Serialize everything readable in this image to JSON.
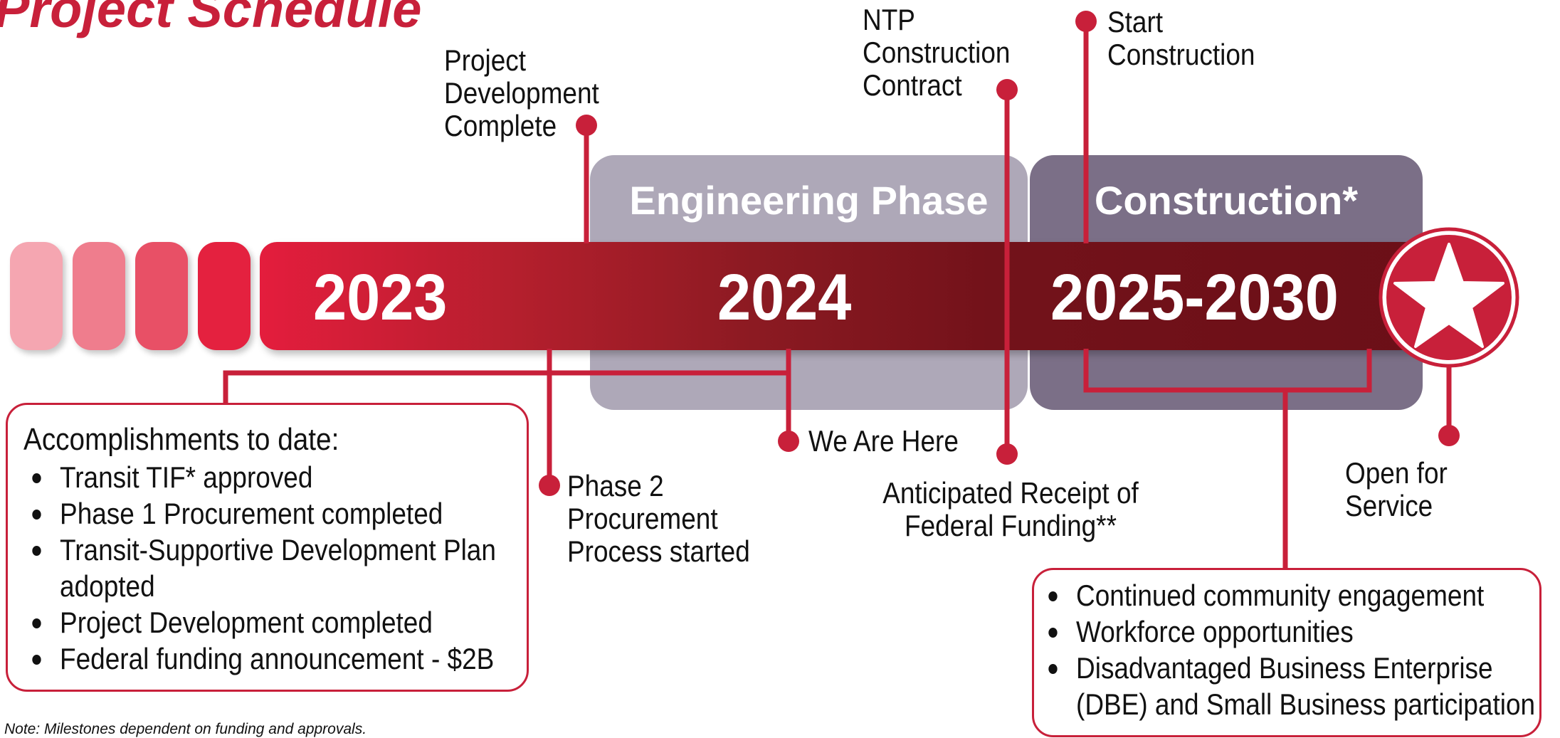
{
  "title": "Project Schedule",
  "phases": {
    "engineering": "Engineering Phase",
    "construction": "Construction*"
  },
  "years": [
    "2023",
    "2024",
    "2025-2030"
  ],
  "milestones": {
    "project_development_complete": "Project\nDevelopment\nComplete",
    "ntp_construction_contract": "NTP\nConstruction\nContract",
    "start_construction": "Start\nConstruction",
    "phase2_procurement": "Phase 2\nProcurement\nProcess started",
    "we_are_here": "We Are Here",
    "federal_funding": "Anticipated Receipt of\nFederal Funding**",
    "open_for_service": "Open for Service"
  },
  "accomplishments": {
    "heading": "Accomplishments to date:",
    "items": [
      "Transit TIF* approved",
      "Phase 1 Procurement completed",
      "Transit-Supportive Development Plan",
      "adopted",
      "Project Development completed",
      "Federal funding announcement - $2B"
    ]
  },
  "construction_notes": {
    "items": [
      "Continued community engagement",
      "Workforce opportunities",
      "Disadvantaged Business Enterprise",
      "(DBE) and Small Business participation"
    ]
  },
  "note": "Note: Milestones dependent on funding and approvals.",
  "colors": {
    "accent_red": "#c8203a",
    "engineering_box": "#aea8b8",
    "construction_box": "#7b6f87",
    "pill_1": "#f5a6b1",
    "pill_2": "#ef7d8d",
    "pill_3": "#e85066",
    "pill_4": "#e4213f"
  },
  "icons": {
    "end_badge": "star-icon"
  }
}
